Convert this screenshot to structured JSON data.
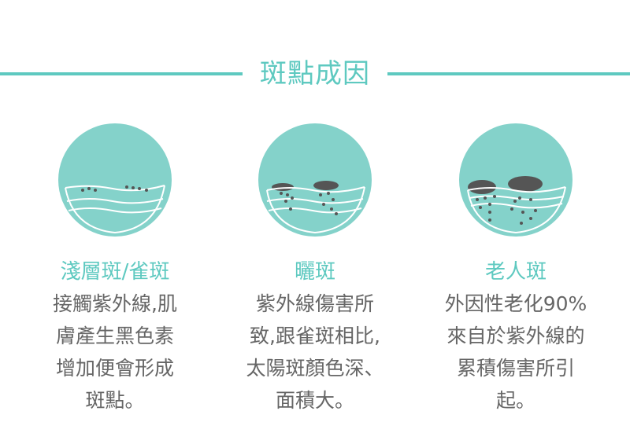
{
  "header": {
    "title": "斑點成因"
  },
  "colors": {
    "accent": "#5ec9c0",
    "circle": "#84d2ca",
    "text": "#666666"
  },
  "columns": [
    {
      "icon": "shallow-spots-skin-icon",
      "title": "淺層斑/雀斑",
      "lines": [
        "接觸紫外線,肌",
        "膚產生黑色素",
        "增加便會形成",
        "斑點。"
      ]
    },
    {
      "icon": "sun-spots-skin-icon",
      "title": "曬斑",
      "lines": [
        "紫外線傷害所",
        "致,跟雀斑相比,",
        "太陽斑顏色深、",
        "面積大。"
      ]
    },
    {
      "icon": "age-spots-skin-icon",
      "title": "老人斑",
      "lines": [
        "外因性老化90%",
        "來自於紫外線的",
        "累積傷害所引",
        "起。"
      ]
    }
  ]
}
